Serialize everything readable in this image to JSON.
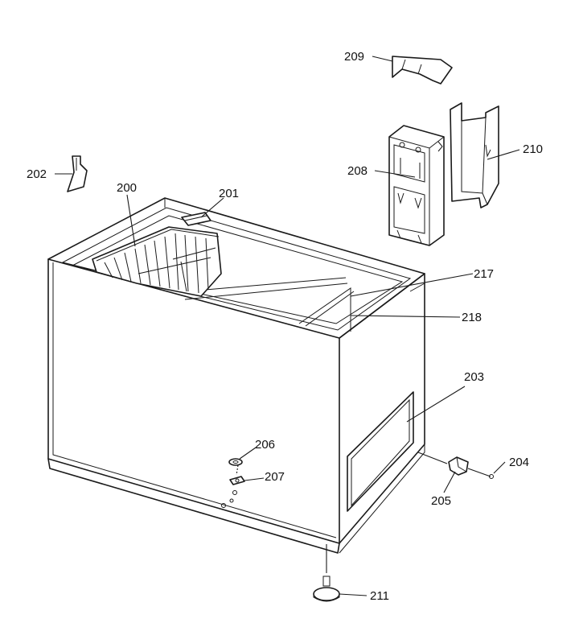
{
  "callouts": [
    {
      "id": "200",
      "text": "200"
    },
    {
      "id": "201",
      "text": "201"
    },
    {
      "id": "202",
      "text": "202"
    },
    {
      "id": "203",
      "text": "203"
    },
    {
      "id": "204",
      "text": "204"
    },
    {
      "id": "205",
      "text": "205"
    },
    {
      "id": "206",
      "text": "206"
    },
    {
      "id": "207",
      "text": "207"
    },
    {
      "id": "208",
      "text": "208"
    },
    {
      "id": "209",
      "text": "209"
    },
    {
      "id": "210",
      "text": "210"
    },
    {
      "id": "211",
      "text": "211"
    },
    {
      "id": "217",
      "text": "217"
    },
    {
      "id": "218",
      "text": "218"
    }
  ]
}
